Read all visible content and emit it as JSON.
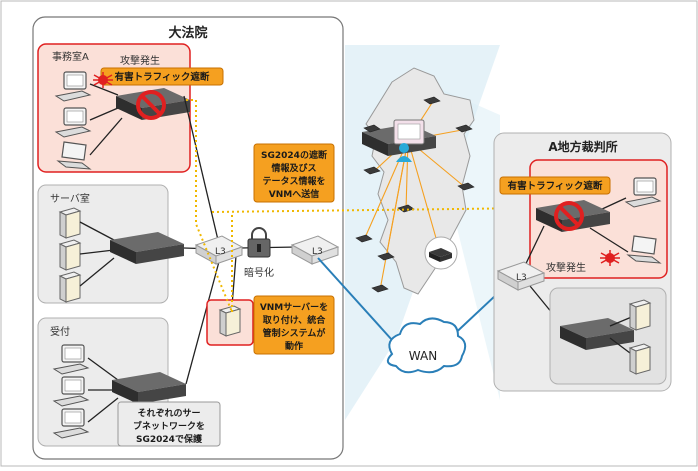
{
  "hq": {
    "title": "大法院",
    "office_a": "事務室A",
    "attack_left": "攻撃発生",
    "block_left": "有害トラフィック遮断",
    "server_room": "サーバ室",
    "reception": "受付",
    "l3": "L3",
    "encryption": "暗号化"
  },
  "callouts": {
    "report": [
      "SG2024の遮断",
      "情報及びス",
      "テータス情報を",
      "VNMへ送信"
    ],
    "vnm": [
      "VNMサーバーを",
      "取り付け、統合",
      "管制システムが",
      "動作"
    ],
    "subnet": [
      "それぞれのサー",
      "ブネットワークを",
      "SG2024で保護"
    ]
  },
  "wan": {
    "label": "WAN"
  },
  "branch": {
    "title": "A地方裁判所",
    "block_right": "有害トラフィック遮断",
    "attack_right": "攻撃発生",
    "l3": "L3"
  },
  "colors": {
    "alert_red": "#e02020",
    "callout_orange": "#f5a020",
    "link_blue": "#2a7fb8",
    "panel_gray": "#ececec"
  }
}
